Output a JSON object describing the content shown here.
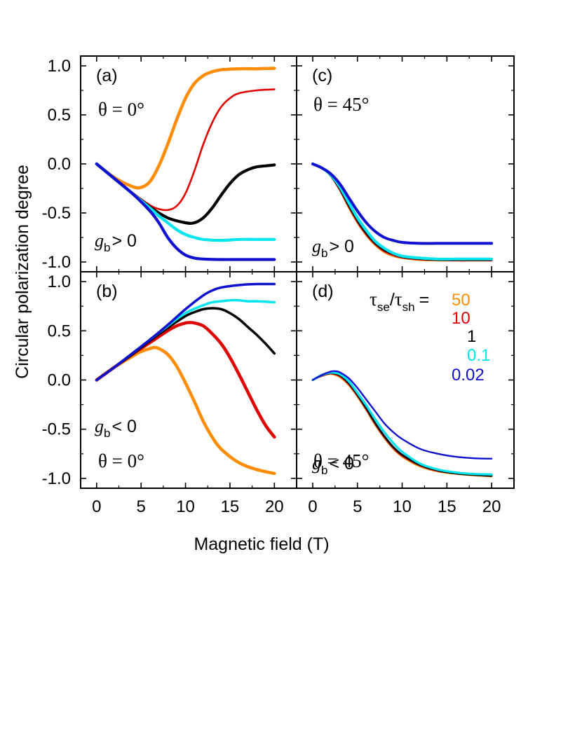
{
  "chart_data": {
    "type": "line",
    "xlabel": "Magnetic field (T)",
    "ylabel": "Circular polarization degree",
    "xlim": [
      -1.8,
      22.5
    ],
    "ylim": [
      -1.1,
      1.1
    ],
    "xticks": [
      "0",
      "5",
      "10",
      "15",
      "20"
    ],
    "yticks": [
      "1.0",
      "0.5",
      "0.0",
      "-0.5",
      "-1.0"
    ],
    "legend": {
      "title_tau": "τ",
      "title_se": "se",
      "title_slash": "/",
      "title_sh": "sh",
      "title_eq": "=",
      "entries": [
        {
          "label": "50",
          "color": "#ff8c00"
        },
        {
          "label": "10",
          "color": "#e00000"
        },
        {
          "label": "1",
          "color": "#000000"
        },
        {
          "label": "0.1",
          "color": "#00e5ee"
        },
        {
          "label": "0.02",
          "color": "#1010d0"
        }
      ]
    },
    "panels": [
      {
        "label": "(a)",
        "g_text": "g",
        "g_sub": "b",
        "g_cond": "> 0",
        "theta_text": "θ = 0°",
        "series": [
          {
            "name": "50",
            "color": "#ff8c00",
            "x": [
              0,
              2,
              4,
              5,
              6,
              7,
              8,
              9,
              10,
              11,
              12,
              13,
              14,
              16,
              18,
              20
            ],
            "y": [
              0,
              -0.14,
              -0.23,
              -0.24,
              -0.18,
              -0.02,
              0.2,
              0.45,
              0.67,
              0.82,
              0.9,
              0.94,
              0.96,
              0.97,
              0.97,
              0.975
            ]
          },
          {
            "name": "10",
            "color": "#e00000",
            "x": [
              0,
              2,
              4,
              6,
              7,
              8,
              9,
              10,
              11,
              12,
              13,
              14,
              15,
              16,
              18,
              20
            ],
            "y": [
              0,
              -0.14,
              -0.29,
              -0.42,
              -0.46,
              -0.47,
              -0.43,
              -0.3,
              -0.07,
              0.2,
              0.42,
              0.58,
              0.67,
              0.72,
              0.75,
              0.76
            ]
          },
          {
            "name": "1",
            "color": "#000000",
            "x": [
              0,
              2,
              4,
              6,
              8,
              10,
              11,
              12,
              13,
              14,
              15,
              16,
              17,
              18,
              19,
              20
            ],
            "y": [
              0,
              -0.15,
              -0.3,
              -0.44,
              -0.55,
              -0.6,
              -0.6,
              -0.55,
              -0.45,
              -0.32,
              -0.2,
              -0.11,
              -0.06,
              -0.03,
              -0.02,
              -0.01
            ]
          },
          {
            "name": "0.1",
            "color": "#00e5ee",
            "x": [
              0,
              2,
              4,
              6,
              7,
              8,
              9,
              10,
              11,
              12,
              14,
              16,
              18,
              20
            ],
            "y": [
              0,
              -0.15,
              -0.3,
              -0.45,
              -0.53,
              -0.6,
              -0.67,
              -0.72,
              -0.75,
              -0.77,
              -0.78,
              -0.77,
              -0.77,
              -0.77
            ]
          },
          {
            "name": "0.02",
            "color": "#1010d0",
            "x": [
              0,
              2,
              4,
              6,
              7,
              8,
              9,
              10,
              11,
              12,
              14,
              16,
              18,
              20
            ],
            "y": [
              0,
              -0.15,
              -0.3,
              -0.48,
              -0.6,
              -0.75,
              -0.86,
              -0.93,
              -0.96,
              -0.97,
              -0.975,
              -0.975,
              -0.975,
              -0.975
            ]
          }
        ]
      },
      {
        "label": "(b)",
        "g_text": "g",
        "g_sub": "b",
        "g_cond": "< 0",
        "theta_text": "θ = 0°",
        "series": [
          {
            "name": "50",
            "color": "#ff8c00",
            "x": [
              0,
              2,
              4,
              5,
              6,
              6.5,
              7,
              8,
              9,
              10,
              11,
              12,
              13,
              14,
              16,
              18,
              20
            ],
            "y": [
              0,
              0.13,
              0.24,
              0.29,
              0.32,
              0.33,
              0.32,
              0.26,
              0.14,
              -0.03,
              -0.22,
              -0.42,
              -0.58,
              -0.7,
              -0.84,
              -0.91,
              -0.95
            ]
          },
          {
            "name": "10",
            "color": "#e00000",
            "x": [
              0,
              2,
              4,
              6,
              8,
              9,
              10,
              10.5,
              11,
              12,
              13,
              14,
              15,
              16,
              17,
              18,
              19,
              20
            ],
            "y": [
              0,
              0.13,
              0.26,
              0.38,
              0.5,
              0.55,
              0.58,
              0.585,
              0.58,
              0.55,
              0.47,
              0.37,
              0.23,
              0.06,
              -0.12,
              -0.3,
              -0.46,
              -0.58
            ]
          },
          {
            "name": "1",
            "color": "#000000",
            "x": [
              0,
              2,
              4,
              6,
              8,
              10,
              11,
              12,
              13,
              14,
              15,
              16,
              17,
              18,
              19,
              20
            ],
            "y": [
              0,
              0.13,
              0.26,
              0.4,
              0.53,
              0.65,
              0.69,
              0.72,
              0.73,
              0.72,
              0.68,
              0.62,
              0.54,
              0.46,
              0.37,
              0.27
            ]
          },
          {
            "name": "0.1",
            "color": "#00e5ee",
            "x": [
              0,
              2,
              4,
              6,
              8,
              10,
              12,
              13,
              14,
              15,
              16,
              17,
              18,
              20
            ],
            "y": [
              0,
              0.13,
              0.27,
              0.41,
              0.55,
              0.68,
              0.76,
              0.79,
              0.8,
              0.81,
              0.81,
              0.8,
              0.8,
              0.79
            ]
          },
          {
            "name": "0.02",
            "color": "#1010d0",
            "x": [
              0,
              2,
              4,
              6,
              8,
              10,
              12,
              13,
              14,
              16,
              18,
              20
            ],
            "y": [
              0,
              0.13,
              0.27,
              0.41,
              0.56,
              0.72,
              0.86,
              0.91,
              0.94,
              0.965,
              0.975,
              0.975
            ]
          }
        ]
      },
      {
        "label": "(c)",
        "g_text": "g",
        "g_sub": "b",
        "g_cond": "> 0",
        "theta_text": "θ = 45°",
        "series": [
          {
            "name": "50",
            "color": "#ff8c00",
            "x": [
              0,
              1,
              2,
              3,
              4,
              5,
              6,
              7,
              8,
              9,
              10,
              12,
              14,
              16,
              18,
              20
            ],
            "y": [
              0,
              -0.04,
              -0.12,
              -0.26,
              -0.44,
              -0.6,
              -0.73,
              -0.83,
              -0.9,
              -0.94,
              -0.96,
              -0.98,
              -0.985,
              -0.985,
              -0.985,
              -0.985
            ]
          },
          {
            "name": "10",
            "color": "#e00000",
            "x": [
              0,
              1,
              2,
              3,
              4,
              5,
              6,
              7,
              8,
              9,
              10,
              12,
              14,
              16,
              18,
              20
            ],
            "y": [
              0,
              -0.04,
              -0.12,
              -0.26,
              -0.43,
              -0.59,
              -0.72,
              -0.82,
              -0.89,
              -0.93,
              -0.955,
              -0.975,
              -0.98,
              -0.985,
              -0.985,
              -0.985
            ]
          },
          {
            "name": "1",
            "color": "#000000",
            "x": [
              0,
              1,
              2,
              3,
              4,
              5,
              6,
              7,
              8,
              9,
              10,
              12,
              14,
              16,
              18,
              20
            ],
            "y": [
              0,
              -0.04,
              -0.12,
              -0.25,
              -0.42,
              -0.58,
              -0.71,
              -0.81,
              -0.88,
              -0.92,
              -0.95,
              -0.97,
              -0.98,
              -0.98,
              -0.98,
              -0.98
            ]
          },
          {
            "name": "0.1",
            "color": "#00e5ee",
            "x": [
              0,
              1,
              2,
              3,
              4,
              5,
              6,
              7,
              8,
              9,
              10,
              12,
              14,
              16,
              18,
              20
            ],
            "y": [
              0,
              -0.04,
              -0.11,
              -0.23,
              -0.39,
              -0.55,
              -0.68,
              -0.79,
              -0.86,
              -0.91,
              -0.94,
              -0.96,
              -0.97,
              -0.97,
              -0.97,
              -0.97
            ]
          },
          {
            "name": "0.02",
            "color": "#1010d0",
            "x": [
              0,
              1,
              2,
              3,
              4,
              5,
              6,
              7,
              8,
              9,
              10,
              12,
              14,
              16,
              18,
              20
            ],
            "y": [
              0,
              -0.04,
              -0.1,
              -0.2,
              -0.34,
              -0.48,
              -0.6,
              -0.69,
              -0.75,
              -0.78,
              -0.8,
              -0.81,
              -0.81,
              -0.81,
              -0.81,
              -0.81
            ]
          }
        ]
      },
      {
        "label": "(d)",
        "g_text": "g",
        "g_sub": "b",
        "g_cond": "< 0",
        "theta_text": "θ = 45°",
        "series": [
          {
            "name": "50",
            "color": "#ff8c00",
            "x": [
              0,
              1,
              2,
              3,
              4,
              5,
              6,
              7,
              8,
              9,
              10,
              12,
              14,
              16,
              18,
              20
            ],
            "y": [
              0,
              0.04,
              0.06,
              0.03,
              -0.05,
              -0.17,
              -0.31,
              -0.46,
              -0.59,
              -0.7,
              -0.78,
              -0.88,
              -0.93,
              -0.955,
              -0.97,
              -0.98
            ]
          },
          {
            "name": "10",
            "color": "#e00000",
            "x": [
              0,
              1,
              2,
              3,
              4,
              5,
              6,
              7,
              8,
              9,
              10,
              12,
              14,
              16,
              18,
              20
            ],
            "y": [
              0,
              0.04,
              0.065,
              0.04,
              -0.04,
              -0.16,
              -0.3,
              -0.45,
              -0.58,
              -0.69,
              -0.77,
              -0.87,
              -0.925,
              -0.95,
              -0.965,
              -0.975
            ]
          },
          {
            "name": "1",
            "color": "#000000",
            "x": [
              0,
              1,
              2,
              3,
              4,
              5,
              6,
              7,
              8,
              9,
              10,
              12,
              14,
              16,
              18,
              20
            ],
            "y": [
              0,
              0.045,
              0.07,
              0.05,
              -0.03,
              -0.15,
              -0.29,
              -0.44,
              -0.57,
              -0.68,
              -0.76,
              -0.865,
              -0.92,
              -0.95,
              -0.965,
              -0.975
            ]
          },
          {
            "name": "0.1",
            "color": "#00e5ee",
            "x": [
              0,
              1,
              2,
              3,
              4,
              5,
              6,
              7,
              8,
              9,
              10,
              12,
              14,
              16,
              18,
              20
            ],
            "y": [
              0,
              0.05,
              0.075,
              0.06,
              -0.01,
              -0.13,
              -0.26,
              -0.4,
              -0.53,
              -0.64,
              -0.73,
              -0.85,
              -0.91,
              -0.94,
              -0.955,
              -0.96
            ]
          },
          {
            "name": "0.02",
            "color": "#1010d0",
            "x": [
              0,
              1,
              2,
              2.5,
              3,
              4,
              5,
              6,
              7,
              8,
              9,
              10,
              12,
              14,
              16,
              18,
              20
            ],
            "y": [
              0,
              0.05,
              0.085,
              0.09,
              0.08,
              0.02,
              -0.08,
              -0.2,
              -0.32,
              -0.44,
              -0.53,
              -0.6,
              -0.7,
              -0.75,
              -0.78,
              -0.795,
              -0.8
            ]
          }
        ]
      }
    ]
  }
}
